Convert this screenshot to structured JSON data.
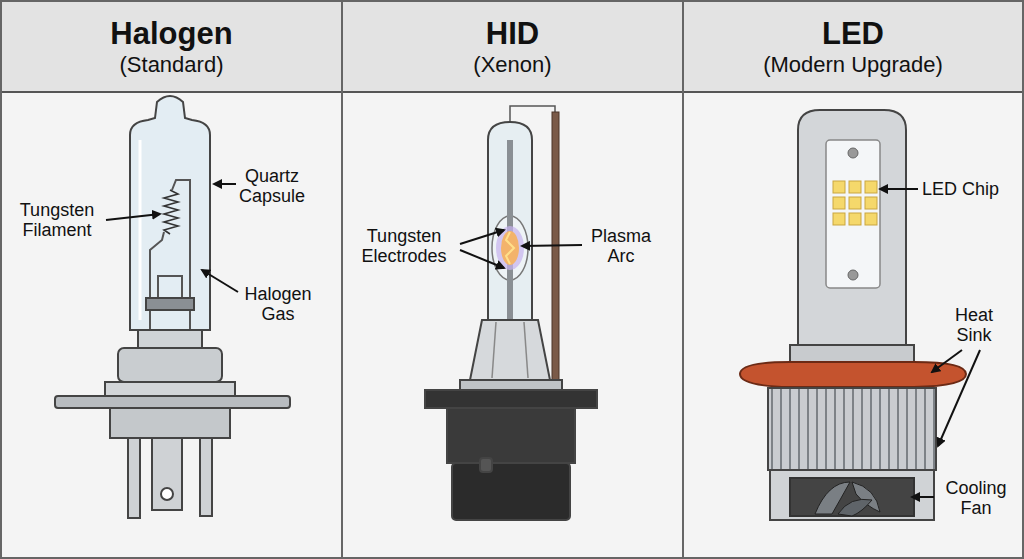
{
  "diagram": {
    "nodes": [
      {
        "text": [
          "Halogen",
          "(Standard)"
        ]
      },
      {
        "text": [
          "HID",
          "(Xenon)"
        ]
      },
      {
        "text": [
          "LED",
          "(Modern Upgrade)"
        ]
      }
    ],
    "labels": [
      "Quartz Capsule",
      "Tungsten Filament",
      "Halogen Gas",
      "Tungsten Electrodes",
      "Plasma Arc",
      "LED Chip",
      "Heat Sink",
      "Cooling Fan"
    ]
  }
}
